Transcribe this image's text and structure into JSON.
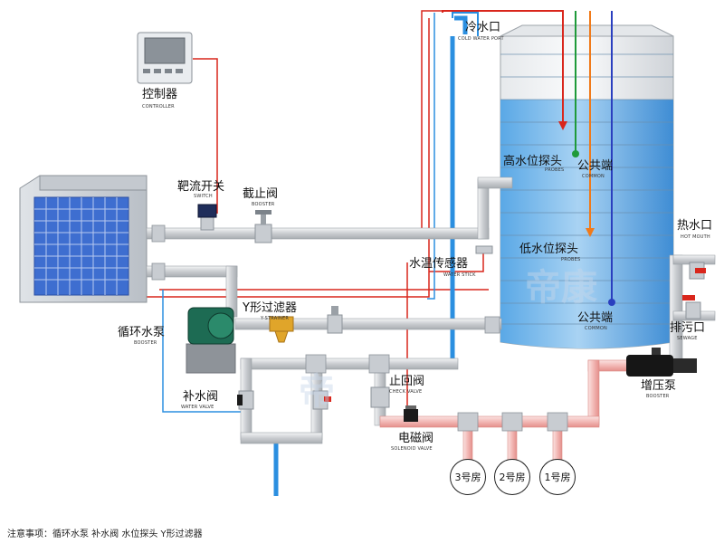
{
  "labels": {
    "controller": "控制器",
    "controller_en": "CONTROLLER",
    "target_switch": "靶流开关",
    "target_switch_en": "SWITCH",
    "stop_valve": "截止阀",
    "stop_valve_en": "BOOSTER",
    "cold_water_port": "冷水口",
    "cold_water_port_en": "COLD WATER PORT",
    "high_probe": "高水位探头",
    "high_probe_en": "PROBES",
    "common_top": "公共端",
    "common_top_en": "COMMON",
    "low_probe": "低水位探头",
    "low_probe_en": "PROBES",
    "water_temp_sensor": "水温传感器",
    "water_temp_sensor_en": "WATER STICK",
    "common_bottom": "公共端",
    "common_bottom_en": "COMMON",
    "hot_water_port": "热水口",
    "hot_water_port_en": "HOT MOUTH",
    "drain_port": "排污口",
    "drain_port_en": "SEWAGE",
    "booster_pump": "增压泵",
    "booster_pump_en": "BOOSTER",
    "circ_pump": "循环水泵",
    "circ_pump_en": "BOOSTER",
    "y_strainer": "Y形过滤器",
    "y_strainer_en": "Y-STRAINER",
    "makeup_valve": "补水阀",
    "makeup_valve_en": "WATER VALVE",
    "check_valve": "止回阀",
    "check_valve_en": "CHECK VALVE",
    "solenoid_valve": "电磁阀",
    "solenoid_valve_en": "SOLENOID VALVE",
    "room3": "3号房",
    "room2": "2号房",
    "room1": "1号房"
  },
  "footer_note": "注意事项：循环水泵 补水阀 水位探头 Y形过滤器",
  "colors": {
    "red_wire": "#d9261c",
    "blue_pipe": "#2b8fe0",
    "green_wire": "#1f9a3a",
    "orange_wire": "#f07a1a",
    "navy_wire": "#2a3fbf",
    "tank_water": "#4f9ee0",
    "pipe_grey": "#d8dadd"
  }
}
